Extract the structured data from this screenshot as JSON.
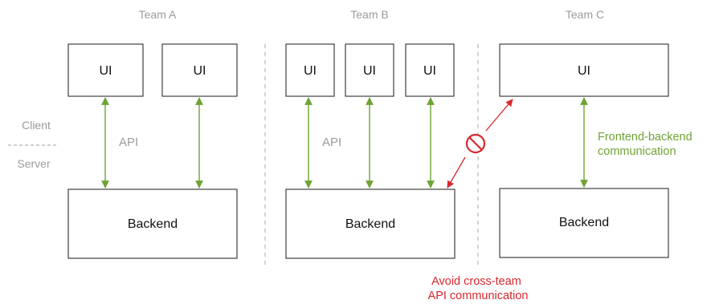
{
  "teams": {
    "a": "Team A",
    "b": "Team B",
    "c": "Team C"
  },
  "layers": {
    "client": "Client",
    "server": "Server"
  },
  "boxes": {
    "ui": "UI",
    "backend": "Backend"
  },
  "annotations": {
    "api_a": "API",
    "api_b": "API",
    "frontend_backend_line1": "Frontend-backend",
    "frontend_backend_line2": "communication",
    "avoid_line1": "Avoid cross-team",
    "avoid_line2": "API communication"
  },
  "icons": {
    "blocked": "no-entry-icon"
  },
  "colors": {
    "green": "#6ea334",
    "red": "#d7282f",
    "gray_text": "#9b9b9b"
  }
}
